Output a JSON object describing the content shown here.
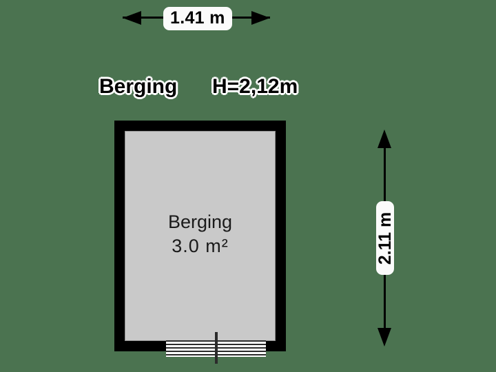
{
  "plan": {
    "background_color": "#4b7350",
    "wall_color": "#000000",
    "floor_color": "#c9c9c9",
    "label_box_color": "#fbfbfb"
  },
  "header": {
    "room_name": "Berging",
    "height_label": "H=2,12m"
  },
  "dimensions": {
    "top": {
      "value": "1.41 m",
      "orientation": "horizontal"
    },
    "right": {
      "value": "2.11 m",
      "orientation": "vertical"
    }
  },
  "room": {
    "name": "Berging",
    "area": "3.0 m²"
  },
  "door": {
    "type": "sliding-door",
    "slat_count": 4
  }
}
